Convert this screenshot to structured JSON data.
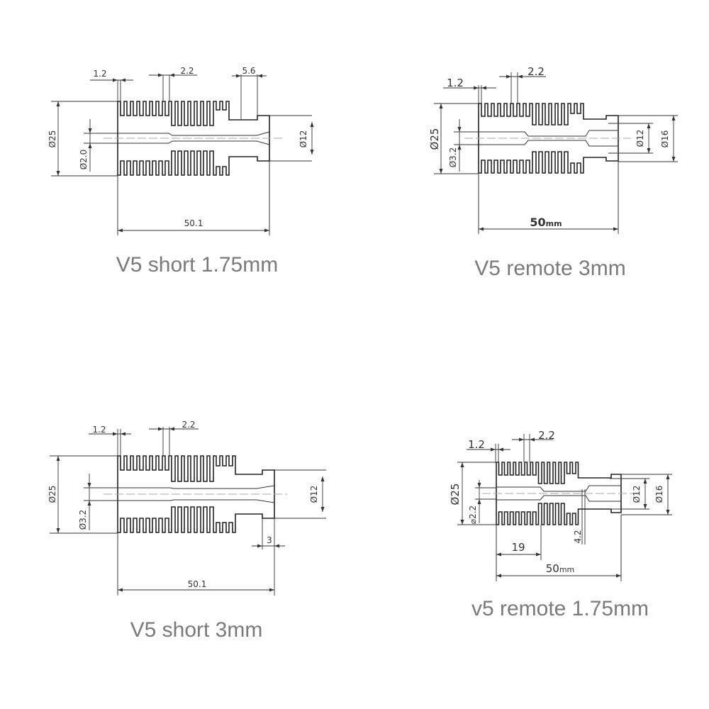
{
  "drawings": [
    {
      "title": "V5 short 1.75mm",
      "dims": {
        "fin_thickness": "1.2",
        "fin_pitch": "2.2",
        "neck_length": "5.6",
        "outer_diameter": "Ø25",
        "bore_diameter": "Ø2.0",
        "collar_diameter": "Ø12",
        "total_length": "50.1"
      }
    },
    {
      "title": "V5 remote 3mm",
      "dims": {
        "fin_thickness": "1.2",
        "fin_pitch": "2.2",
        "outer_diameter": "Ø25",
        "bore_diameter": "Ø3.2",
        "inner_diameter": "Ø12",
        "collar_diameter": "Ø16",
        "total_length_num": "50",
        "total_length_unit": "mm"
      }
    },
    {
      "title": "V5 short 3mm",
      "dims": {
        "fin_thickness": "1.2",
        "fin_pitch": "2.2",
        "outer_diameter": "Ø25",
        "bore_diameter": "Ø3.2",
        "collar_diameter": "Ø12",
        "collar_length": "3",
        "total_length": "50.1"
      }
    },
    {
      "title": "v5 remote 1.75mm",
      "dims": {
        "fin_thickness": "1.2",
        "fin_pitch": "2.2",
        "outer_diameter": "Ø25",
        "bore_diameter": "⌀2.2",
        "inner_diameter": "Ø12",
        "collar_diameter": "Ø16",
        "bore_length": "19",
        "throat_diameter": "4.2",
        "total_length_num": "50",
        "total_length_unit": "mm"
      }
    }
  ]
}
